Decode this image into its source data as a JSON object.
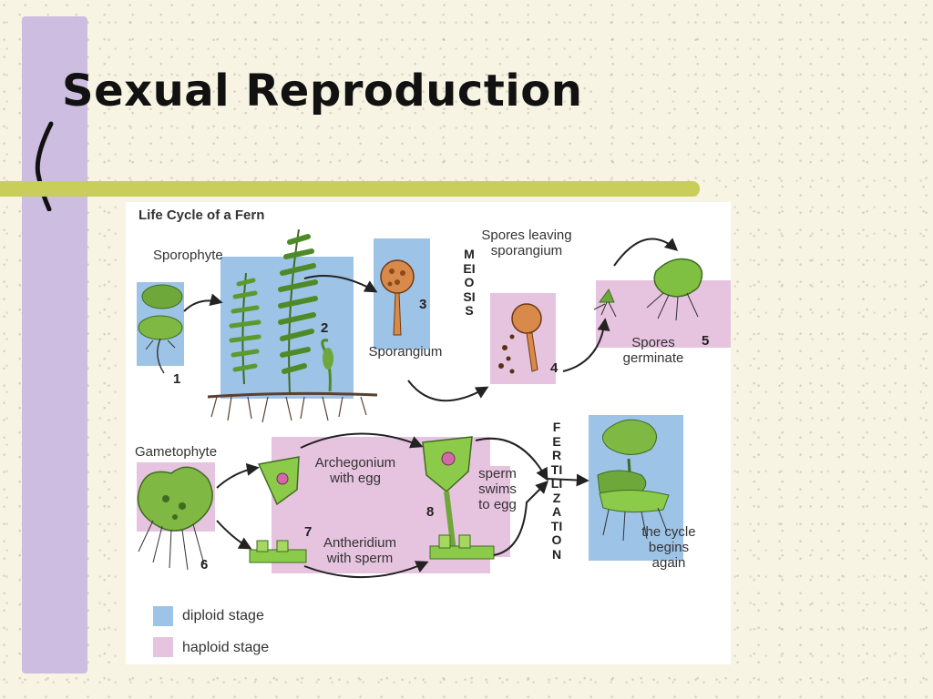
{
  "slide": {
    "title": "Sexual Reproduction",
    "colors": {
      "background": "#f7f4e4",
      "sidebar": "#cdbde1",
      "rule": "#c9ce5a"
    }
  },
  "diagram": {
    "title": "Life Cycle of a Fern",
    "colors": {
      "diploid": "#9dc3e6",
      "haploid": "#e6c3df",
      "plant": "#6fa83a",
      "dark_plant": "#3f6b22",
      "arrow": "#222222"
    },
    "labels": {
      "sporophyte": "Sporophyte",
      "sporangium": "Sporangium",
      "spores_leaving": "Spores leaving sporangium",
      "spores_germinate": "Spores germinate",
      "gametophyte": "Gametophyte",
      "archegonium": "Archegonium with egg",
      "antheridium": "Antheridium with sperm",
      "sperm_swims": "sperm swims to egg",
      "cycle_begins": "the cycle begins again"
    },
    "vertical": {
      "meiosis": "MEIOSIS",
      "fertilization": "FERTILIZATION"
    },
    "numbers": [
      "1",
      "2",
      "3",
      "4",
      "5",
      "6",
      "7",
      "8"
    ],
    "legend": [
      {
        "label": "diploid stage",
        "color": "#9dc3e6"
      },
      {
        "label": "haploid stage",
        "color": "#e6c3df"
      }
    ]
  }
}
